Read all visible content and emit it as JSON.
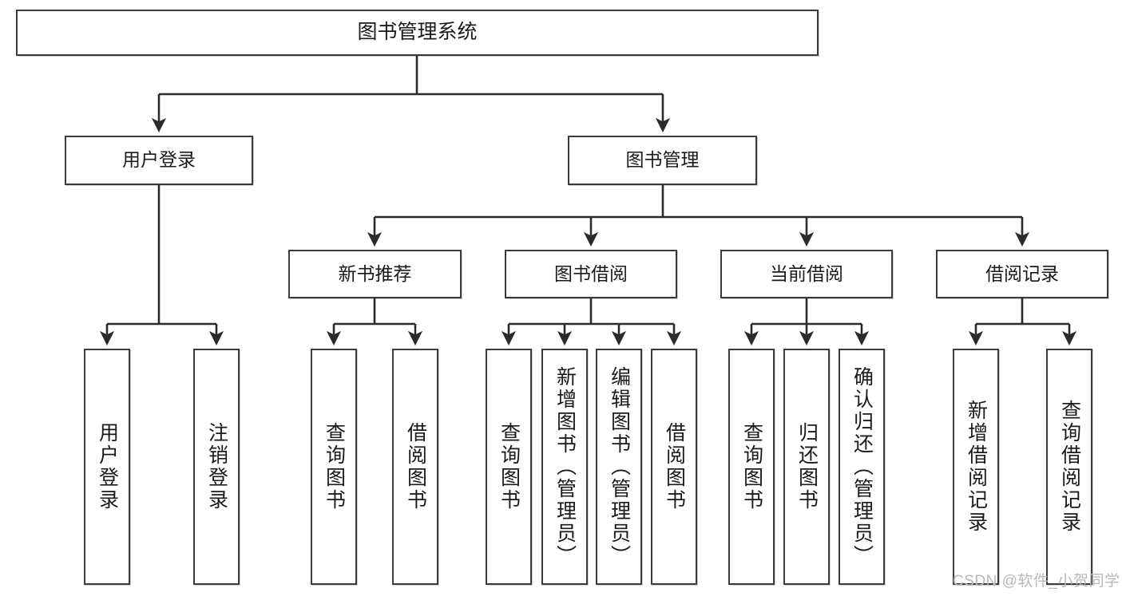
{
  "diagram": {
    "title": "图书管理系统",
    "type": "tree-hierarchy-diagram",
    "colors": {
      "box_border": "#3b3b3b",
      "box_fill": "#ffffff",
      "edge": "#2b2b2b",
      "text": "#1a1a1a",
      "watermark": "#b9b9b9",
      "background": "#ffffff"
    },
    "root": {
      "label": "图书管理系统"
    },
    "level1": [
      {
        "id": "user-login",
        "label": "用户登录"
      },
      {
        "id": "book-management",
        "label": "图书管理"
      }
    ],
    "level2": [
      {
        "id": "new-book-recommend",
        "label": "新书推荐"
      },
      {
        "id": "book-borrow",
        "label": "图书借阅"
      },
      {
        "id": "current-borrow",
        "label": "当前借阅"
      },
      {
        "id": "borrow-record",
        "label": "借阅记录"
      }
    ],
    "leaves": {
      "user_login": [
        {
          "id": "user-login-leaf",
          "label": "用户登录"
        },
        {
          "id": "logout-leaf",
          "label": "注销登录"
        }
      ],
      "new_book_recommend": [
        {
          "id": "query-book-1",
          "label": "查询图书"
        },
        {
          "id": "borrow-book-1",
          "label": "借阅图书"
        }
      ],
      "book_borrow": [
        {
          "id": "query-book-2",
          "label": "查询图书"
        },
        {
          "id": "add-book",
          "label": "新增图书（管理员）"
        },
        {
          "id": "edit-book",
          "label": "编辑图书（管理员）"
        },
        {
          "id": "borrow-book-2",
          "label": "借阅图书"
        }
      ],
      "current_borrow": [
        {
          "id": "query-book-3",
          "label": "查询图书"
        },
        {
          "id": "return-book",
          "label": "归还图书"
        },
        {
          "id": "confirm-return",
          "label": "确认归还（管理员）"
        }
      ],
      "borrow_record": [
        {
          "id": "add-borrow-record",
          "label": "新增借阅记录"
        },
        {
          "id": "query-borrow-record",
          "label": "查询借阅记录"
        }
      ]
    },
    "watermark": "CSDN @软件_小贺同学"
  }
}
